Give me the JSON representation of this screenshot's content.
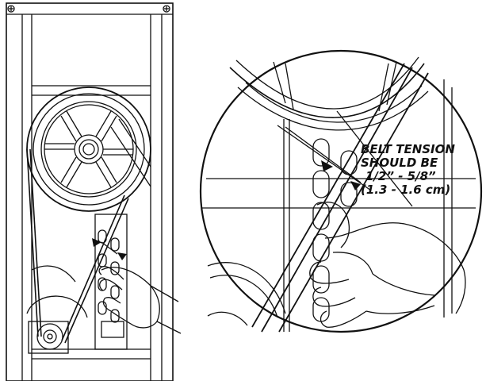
{
  "callout": {
    "line1": "BELT TENSION",
    "line2": "SHOULD BE",
    "line3": "1/2” - 5/8”",
    "line4": "(1.3 - 1.6 cm)"
  },
  "colors": {
    "ink": "#111111",
    "paper": "#ffffff"
  }
}
